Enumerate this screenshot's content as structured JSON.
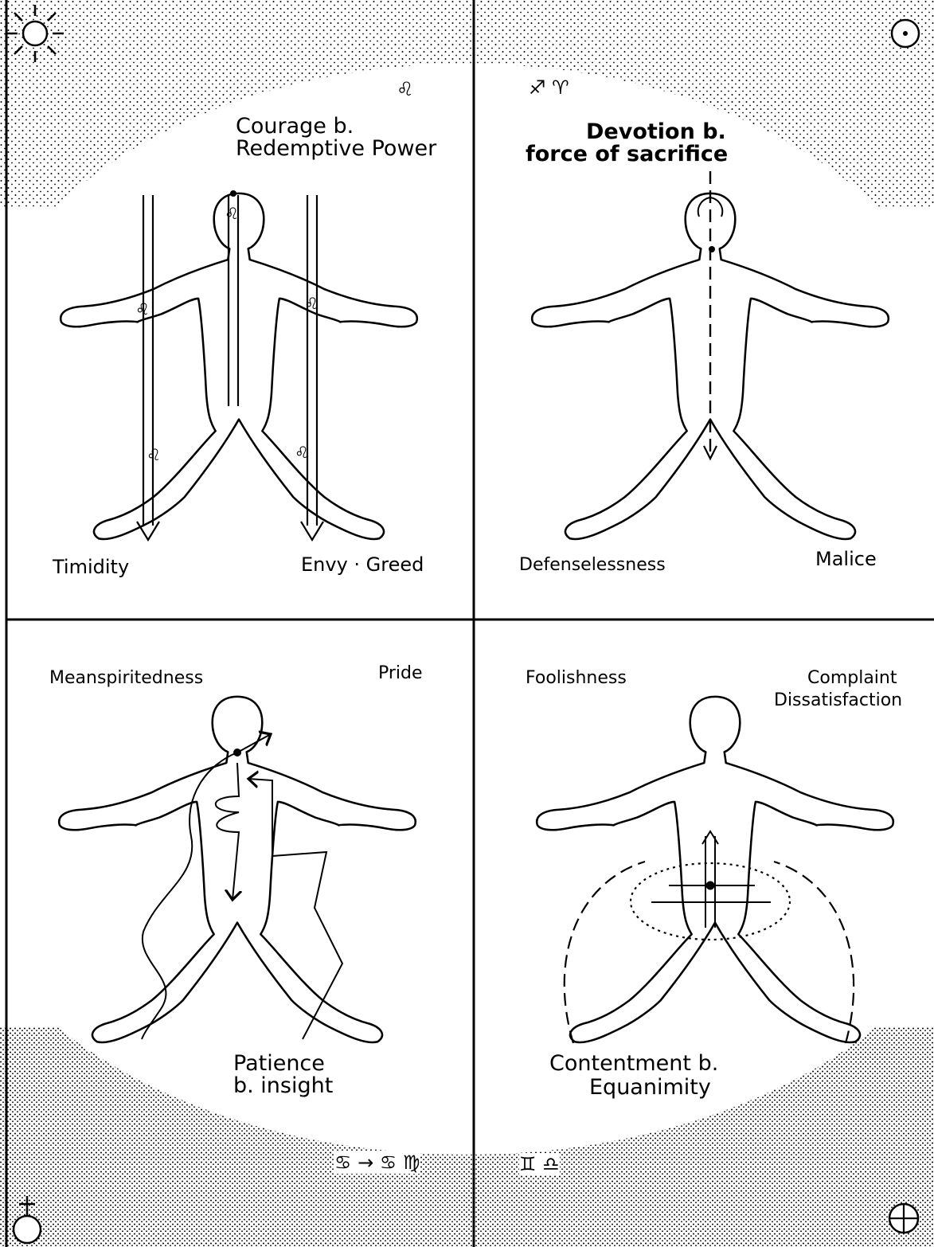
{
  "panels": [
    {
      "id": "top-left",
      "corner_symbol": "sun-rays-icon",
      "zodiac": "♌",
      "title": [
        "Courage b.",
        "Redemptive Power"
      ],
      "vices": [
        "Timidity",
        "Envy · Greed"
      ],
      "body_marks": [
        "♌",
        "♌",
        "♌",
        "♌",
        "♌"
      ]
    },
    {
      "id": "top-right",
      "corner_symbol": "sun-circle-icon",
      "zodiac": "♐ ♈",
      "title": [
        "Devotion b.",
        "force of sacrifice"
      ],
      "vices": [
        "Defenselessness",
        "Malice"
      ]
    },
    {
      "id": "bottom-left",
      "corner_symbol": "earth-cross-icon",
      "zodiac": "♋ → ♋ ♍",
      "title": [
        "Patience",
        "b. insight"
      ],
      "vices": [
        "Meanspiritedness",
        "Pride"
      ]
    },
    {
      "id": "bottom-right",
      "corner_symbol": "earth-circled-cross-icon",
      "zodiac": "♊ ♎",
      "title": [
        "Contentment b.",
        "Equanimity"
      ],
      "vices": [
        "Foolishness",
        "Complaint",
        "Dissatisfaction"
      ]
    }
  ],
  "colors": {
    "ink": "#000000",
    "paper": "#ffffff"
  }
}
